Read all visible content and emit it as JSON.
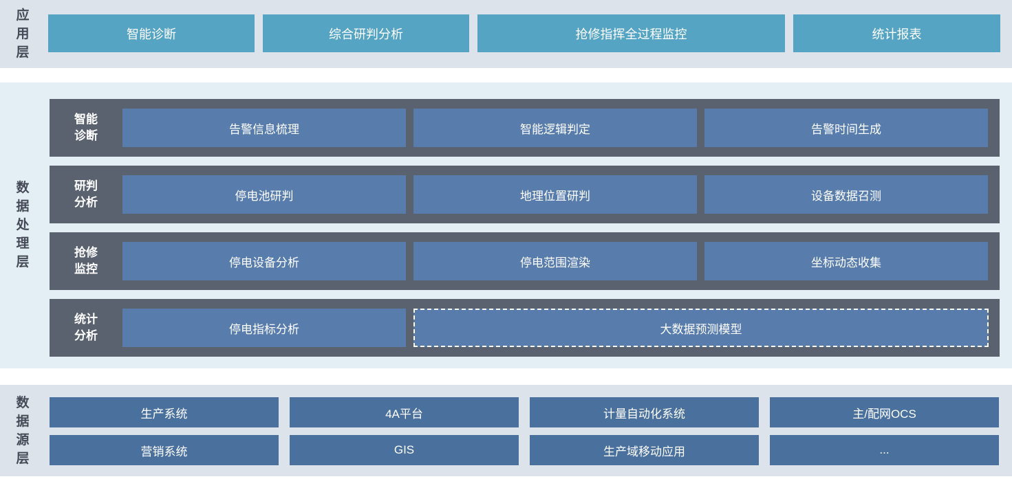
{
  "colors": {
    "band_outer": "#dce3eb",
    "band_processing": "#e3eef5",
    "app_button": "#55a4c4",
    "processing_row": "#5a6270",
    "processing_button": "#587dad",
    "source_button": "#4a709d",
    "layer_label_text": "#454b56",
    "button_text": "#ffffff"
  },
  "app_layer": {
    "label": "应用层",
    "items": [
      "智能诊断",
      "综合研判分析",
      "抢修指挥全过程监控",
      "统计报表"
    ]
  },
  "processing_layer": {
    "label": "数据处理层",
    "rows": [
      {
        "label": "智能诊断",
        "items": [
          "告警信息梳理",
          "智能逻辑判定",
          "告警时间生成"
        ]
      },
      {
        "label": "研判分析",
        "items": [
          "停电池研判",
          "地理位置研判",
          "设备数据召测"
        ]
      },
      {
        "label": "抢修监控",
        "items": [
          "停电设备分析",
          "停电范围渲染",
          "坐标动态收集"
        ]
      },
      {
        "label": "统计分析",
        "items": [
          "停电指标分析"
        ],
        "highlight_item": "大数据预测模型"
      }
    ]
  },
  "source_layer": {
    "label": "数据源层",
    "rows": [
      [
        "生产系统",
        "4A平台",
        "计量自动化系统",
        "主/配网OCS"
      ],
      [
        "营销系统",
        "GIS",
        "生产域移动应用",
        "..."
      ]
    ]
  }
}
